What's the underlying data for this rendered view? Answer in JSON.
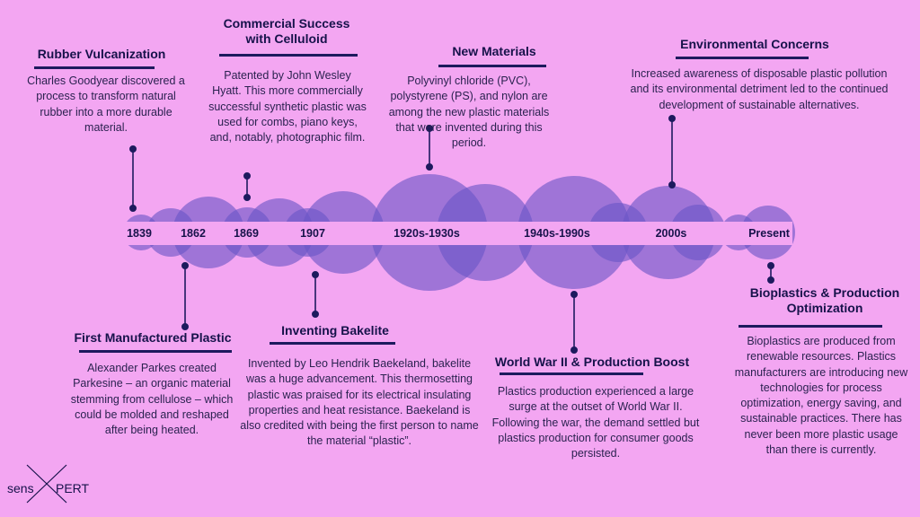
{
  "years": [
    "1839",
    "1862",
    "1869",
    "1907",
    "1920s-1930s",
    "1940s-1990s",
    "2000s",
    "Present"
  ],
  "events": [
    {
      "title": "Rubber Vulcanization",
      "text": "Charles Goodyear discovered a process to transform natural rubber into a more durable material."
    },
    {
      "title": "First Manufactured Plastic",
      "text": "Alexander Parkes created Parkesine – an organic material stemming from cellulose – which could be molded and reshaped after being heated."
    },
    {
      "title": "Commercial Success with Celluloid",
      "text": "Patented by John Wesley Hyatt. This more commercially successful synthetic plastic was used for combs, piano keys, and, notably, photographic film."
    },
    {
      "title": "Inventing Bakelite",
      "text": "Invented by Leo Hendrik Baekeland, bakelite was a huge advancement. This thermosetting plastic was praised for its electrical insulating properties and heat resistance. Baekeland is also credited with being the first person to name the material “plastic”."
    },
    {
      "title": "New Materials",
      "text": "Polyvinyl chloride (PVC), polystyrene (PS), and nylon are among the new plastic materials that were invented during this period."
    },
    {
      "title": "World War II & Production Boost",
      "text": "Plastics production experienced a large surge at the outset of World War II. Following the war, the demand settled but plastics production for consumer goods persisted."
    },
    {
      "title": "Environmental Concerns",
      "text": "Increased awareness of disposable plastic pollution and its environmental detriment led to the continued development of sustainable alternatives."
    },
    {
      "title": "Bioplastics & Production Optimization",
      "text": "Bioplastics are produced from renewable resources. Plastics manufacturers are introducing new technologies for process optimization, energy saving, and sustainable practices. There has never been more plastic usage than there is currently."
    }
  ],
  "logo": {
    "left": "sens",
    "right": "PERT"
  },
  "colors": {
    "background": "#f3a6f2",
    "circle": "#6b55c6",
    "band": "#f3a6f2",
    "ink": "#16124a"
  }
}
